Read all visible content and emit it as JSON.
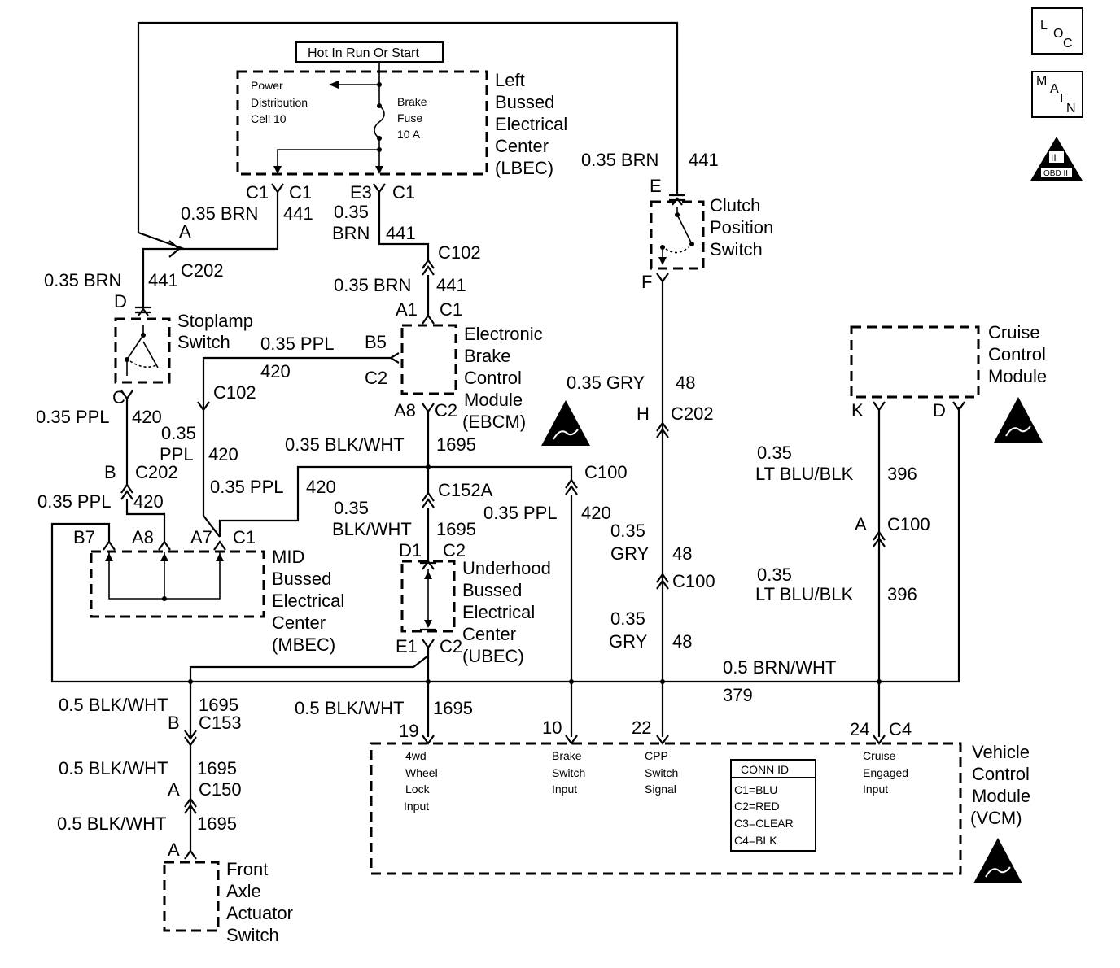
{
  "icons": {
    "loc": [
      "L",
      "O",
      "C"
    ],
    "main": [
      "M",
      "A",
      "I",
      "N"
    ],
    "obd": {
      "roman": "II",
      "caption": "OBD II"
    }
  },
  "lbec": {
    "hot_label": "Hot In Run Or Start",
    "pdc_lines": [
      "Power",
      "Distribution",
      "Cell 10"
    ],
    "fuse_lines": [
      "Brake",
      "Fuse",
      "10 A"
    ],
    "name_lines": [
      "Left",
      "Bussed",
      "Electrical",
      "Center",
      "(LBEC)"
    ],
    "pins": {
      "left": "C1",
      "left_conn": "C1",
      "right": "E3",
      "right_conn": "C1"
    }
  },
  "wires_top": {
    "w1_size": "0.35 BRN",
    "w1_circuit": "441",
    "w2_size_a": "0.35",
    "w2_size_b": "BRN",
    "w2_circuit": "441",
    "c102": "C102",
    "w3_size": "0.35 BRN",
    "w3_circuit": "441",
    "w4_size": "0.35 BRN",
    "w4_circuit": "441",
    "pin_a": "A",
    "c202": "C202",
    "pin_d": "D",
    "top_brn_size": "0.35 BRN",
    "top_brn_circuit": "441"
  },
  "stoplamp": {
    "name_lines": [
      "Stoplamp",
      "Switch"
    ],
    "pin_c": "C",
    "w_size": "0.35 PPL",
    "w_circuit": "420",
    "pin_b": "B",
    "c202": "C202",
    "w2_size": "0.35 PPL",
    "w2_circuit": "420"
  },
  "ebcm": {
    "pin_a1": "A1",
    "conn_c1": "C1",
    "pin_b5": "B5",
    "conn_c2": "C2",
    "pin_a8": "A8",
    "conn_c2b": "C2",
    "name_lines": [
      "Electronic",
      "Brake",
      "Control",
      "Module",
      "(EBCM)"
    ],
    "ppl_size": "0.35 PPL",
    "ppl_circuit": "420",
    "c102": "C102",
    "ppl2_size_a": "0.35",
    "ppl2_size_b": "PPL",
    "ppl2_circuit": "420",
    "ppl3_size": "0.35 PPL",
    "ppl3_circuit": "420",
    "blkwht_size": "0.35 BLK/WHT",
    "blkwht_circuit": "1695"
  },
  "mbec": {
    "pins": [
      "B7",
      "A8",
      "A7",
      "C1"
    ],
    "name_lines": [
      "MID",
      "Bussed",
      "Electrical",
      "Center",
      "(MBEC)"
    ]
  },
  "ubec": {
    "c152a": "C152A",
    "w_size_a": "0.35",
    "w_size_b": "BLK/WHT",
    "w_circuit": "1695",
    "pin_d1": "D1",
    "conn_c2": "C2",
    "pin_e1": "E1",
    "conn_c2b": "C2",
    "name_lines": [
      "Underhood",
      "Bussed",
      "Electrical",
      "Center",
      "(UBEC)"
    ],
    "c100": "C100",
    "ppl_size": "0.35 PPL",
    "ppl_circuit": "420"
  },
  "clutch": {
    "brn_size": "0.35 BRN",
    "brn_circuit": "441",
    "pin_e": "E",
    "pin_f": "F",
    "name_lines": [
      "Clutch",
      "Position",
      "Switch"
    ],
    "gry_size": "0.35 GRY",
    "gry_circuit": "48",
    "pin_h": "H",
    "c202": "C202",
    "gry2_size_a": "0.35",
    "gry2_size_b": "GRY",
    "gry2_circuit": "48",
    "c100": "C100",
    "gry3_size_a": "0.35",
    "gry3_size_b": "GRY",
    "gry3_circuit": "48"
  },
  "cruise": {
    "name_lines": [
      "Cruise",
      "Control",
      "Module"
    ],
    "pin_k": "K",
    "pin_d": "D",
    "w1_size_a": "0.35",
    "w1_size_b": "LT BLU/BLK",
    "w1_circuit": "396",
    "pin_a": "A",
    "c100": "C100",
    "w2_size_a": "0.35",
    "w2_size_b": "LT BLU/BLK",
    "w2_circuit": "396",
    "brnwht_size": "0.5 BRN/WHT",
    "brnwht_circuit": "379"
  },
  "lower_left": {
    "w1_size": "0.5 BLK/WHT",
    "w1_circuit": "1695",
    "pin_b": "B",
    "c153": "C153",
    "w2_size": "0.5 BLK/WHT",
    "w2_circuit": "1695",
    "pin_a": "A",
    "c150": "C150",
    "w3_size": "0.5 BLK/WHT",
    "w3_circuit": "1695",
    "pin_a2": "A",
    "name_lines": [
      "Front",
      "Axle",
      "Actuator",
      "Switch"
    ]
  },
  "vcm": {
    "w_size": "0.5 BLK/WHT",
    "w_circuit": "1695",
    "pins": [
      "19",
      "10",
      "22",
      "24"
    ],
    "conn_c4": "C4",
    "input1": [
      "4wd",
      "Wheel",
      "Lock",
      "Input"
    ],
    "input2": [
      "Brake",
      "Switch",
      "Input"
    ],
    "input3": [
      "CPP",
      "Switch",
      "Signal"
    ],
    "input4": [
      "Cruise",
      "Engaged",
      "Input"
    ],
    "name_lines": [
      "Vehicle",
      "Control",
      "Module",
      "(VCM)"
    ],
    "conn_id": {
      "title": "CONN ID",
      "rows": [
        "C1=BLU",
        "C2=RED",
        "C3=CLEAR",
        "C4=BLK"
      ]
    }
  }
}
